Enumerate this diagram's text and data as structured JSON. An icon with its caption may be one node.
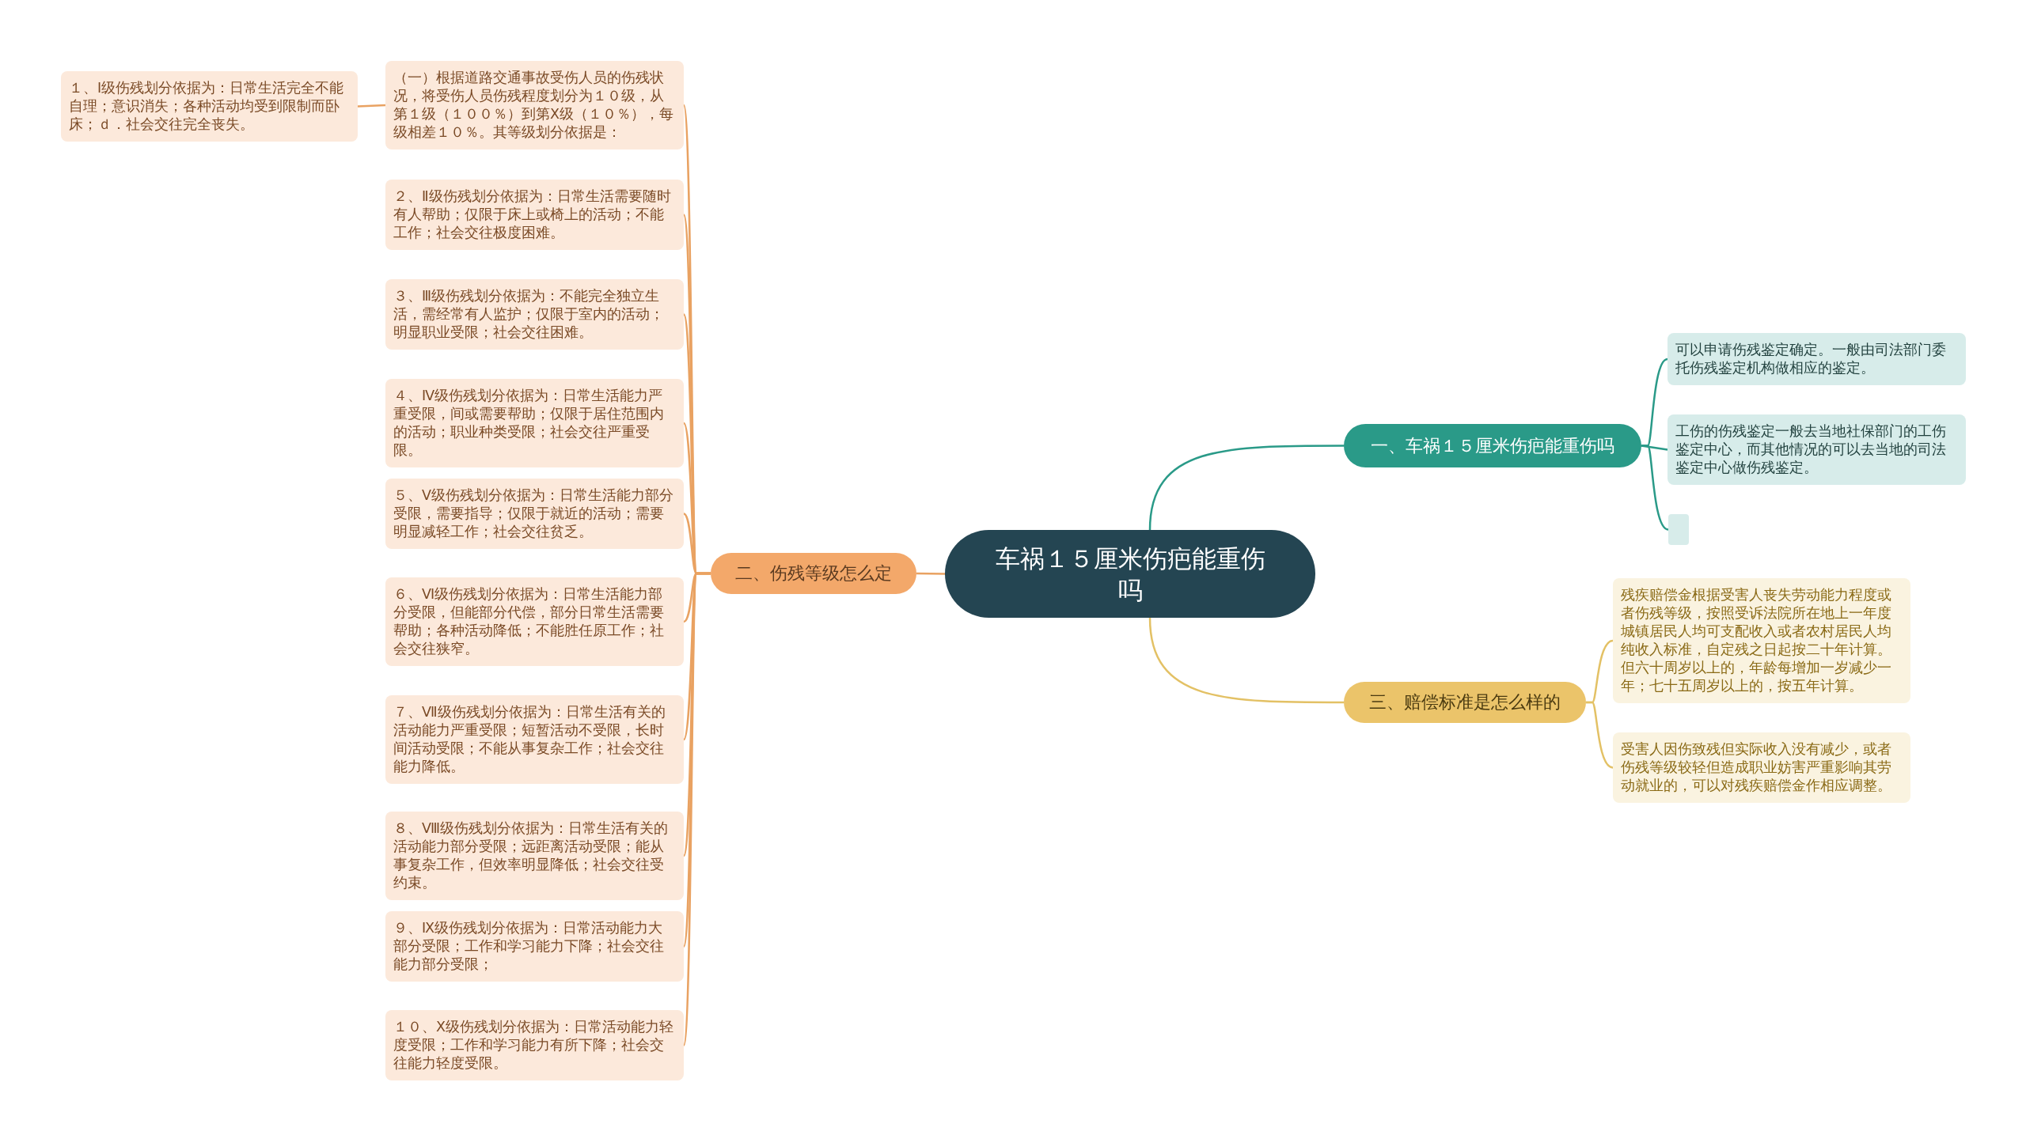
{
  "diagram": {
    "nodes": [
      {
        "text": [
          "车祸１５厘米伤疤能重伤吗"
        ]
      },
      {
        "text": [
          "一、车祸１５厘米伤疤能重伤吗"
        ]
      },
      {
        "text": [
          "可以申请伤残鉴定确定。一般由司法部门委托伤残鉴定机构做相应的鉴定。"
        ]
      },
      {
        "text": [
          "工伤的伤残鉴定一般去当地社保部门的工伤鉴定中心，而其他情况的可以去当地的司法鉴定中心做伤残鉴定。"
        ]
      },
      {
        "text": [],
        "shape": "box"
      },
      {
        "text": [
          "二、伤残等级怎么定"
        ]
      },
      {
        "text": [
          "（一）根据道路交通事故受伤人员的伤残状况，将受伤人员伤残程度划分为１０级，从第１级（１００％）到第Ⅹ级（１０％），每级相差１０％。其等级划分依据是："
        ]
      },
      {
        "text": [
          "１、Ⅰ级伤残划分依据为：日常生活完全不能自理；意识消失；各种活动均受到限制而卧床；ｄ．社会交往完全丧失。"
        ]
      },
      {
        "text": [
          "２、Ⅱ级伤残划分依据为：日常生活需要随时有人帮助；仅限于床上或椅上的活动；不能工作；社会交往极度困难。"
        ]
      },
      {
        "text": [
          "３、Ⅲ级伤残划分依据为：不能完全独立生活，需经常有人监护；仅限于室内的活动；明显职业受限；社会交往困难。"
        ]
      },
      {
        "text": [
          "４、Ⅳ级伤残划分依据为：日常生活能力严重受限，间或需要帮助；仅限于居住范围内的活动；职业种类受限；社会交往严重受限。"
        ]
      },
      {
        "text": [
          "５、Ⅴ级伤残划分依据为：日常生活能力部分受限，需要指导；仅限于就近的活动；需要明显减轻工作；社会交往贫乏。"
        ]
      },
      {
        "text": [
          "６、Ⅵ级伤残划分依据为：日常生活能力部分受限，但能部分代偿，部分日常生活需要帮助；各种活动降低；不能胜任原工作；社会交往狭窄。"
        ]
      },
      {
        "text": [
          "７、Ⅶ级伤残划分依据为：日常生活有关的活动能力严重受限；短暂活动不受限，长时间活动受限；不能从事复杂工作；社会交往能力降低。"
        ]
      },
      {
        "text": [
          "８、Ⅷ级伤残划分依据为：日常生活有关的活动能力部分受限；远距离活动受限；能从事复杂工作，但效率明显降低；社会交往受约束。"
        ]
      },
      {
        "text": [
          "９、Ⅸ级伤残划分依据为：日常活动能力大部分受限；工作和学习能力下降；社会交往能力部分受限；"
        ]
      },
      {
        "text": [
          "１０、Ⅹ级伤残划分依据为：日常活动能力轻度受限；工作和学习能力有所下降；社会交往能力轻度受限。"
        ]
      },
      {
        "text": [
          "三、赔偿标准是怎么样的"
        ]
      },
      {
        "text": [
          "残疾赔偿金根据受害人丧失劳动能力程度或者伤残等级，按照受诉法院所在地上一年度城镇居民人均可支配收入或者农村居民人均纯收入标准，自定残之日起按二十年计算。但六十周岁以上的，年龄每增加一岁减少一年；七十五周岁以上的，按五年计算。"
        ]
      },
      {
        "text": [
          "受害人因伤致残但实际收入没有减少，或者伤残等级较轻但造成职业妨害严重影响其劳动就业的，可以对残疾赔偿金作相应调整。"
        ]
      }
    ],
    "edges": [
      {
        "from": 0,
        "to": 1,
        "arrow": "none",
        "color": "#2a9a88"
      },
      {
        "from": 1,
        "to": 2,
        "arrow": "none",
        "color": "#2a9a88"
      },
      {
        "from": 1,
        "to": 3,
        "arrow": "none",
        "color": "#2a9a88"
      },
      {
        "from": 1,
        "to": 4,
        "arrow": "none",
        "color": "#2a9a88"
      },
      {
        "from": 0,
        "to": 5,
        "arrow": "none"
      },
      {
        "from": 5,
        "to": 6,
        "arrow": "none"
      },
      {
        "from": 6,
        "to": 7,
        "arrow": "none"
      },
      {
        "from": 5,
        "to": 8,
        "arrow": "none"
      },
      {
        "from": 5,
        "to": 9,
        "arrow": "none"
      },
      {
        "from": 5,
        "to": 10,
        "arrow": "none"
      },
      {
        "from": 5,
        "to": 11,
        "arrow": "none"
      },
      {
        "from": 5,
        "to": 12,
        "arrow": "none"
      },
      {
        "from": 5,
        "to": 13,
        "arrow": "none"
      },
      {
        "from": 5,
        "to": 14,
        "arrow": "none"
      },
      {
        "from": 5,
        "to": 15,
        "arrow": "none"
      },
      {
        "from": 5,
        "to": 16,
        "arrow": "none"
      },
      {
        "from": 0,
        "to": 17,
        "arrow": "none",
        "color": "#e3c165"
      },
      {
        "from": 17,
        "to": 18,
        "arrow": "none",
        "color": "#e3c165"
      },
      {
        "from": 17,
        "to": 19,
        "arrow": "none",
        "color": "#e3c165"
      }
    ]
  }
}
